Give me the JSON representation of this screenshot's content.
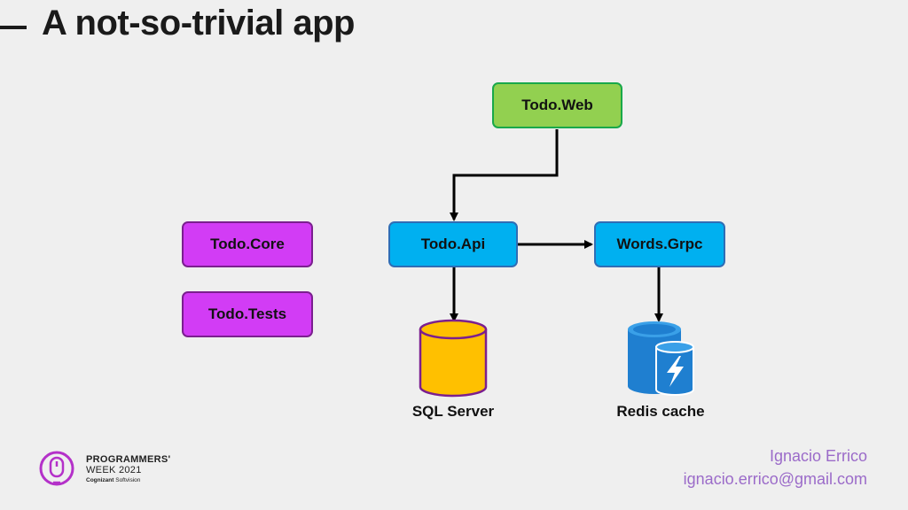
{
  "slide": {
    "title": "A not-so-trivial app"
  },
  "diagram": {
    "nodes": {
      "todo_web": "Todo.Web",
      "todo_api": "Todo.Api",
      "words_grpc": "Words.Grpc",
      "todo_core": "Todo.Core",
      "todo_tests": "Todo.Tests"
    },
    "stores": {
      "sql_server": "SQL Server",
      "redis_cache": "Redis cache"
    },
    "colors": {
      "web_node": "#92d050",
      "api_node": "#00b0f0",
      "library_node": "#d23cf5",
      "sql_cylinder": "#ffc000",
      "redis_icon": "#1f7fd0"
    }
  },
  "footer": {
    "event_line1": "PROGRAMMERS'",
    "event_line2": "WEEK 2021",
    "sponsor_bold": "Cognizant",
    "sponsor_rest": " Softvision",
    "author_name": "Ignacio Errico",
    "author_email": "ignacio.errico@gmail.com"
  }
}
